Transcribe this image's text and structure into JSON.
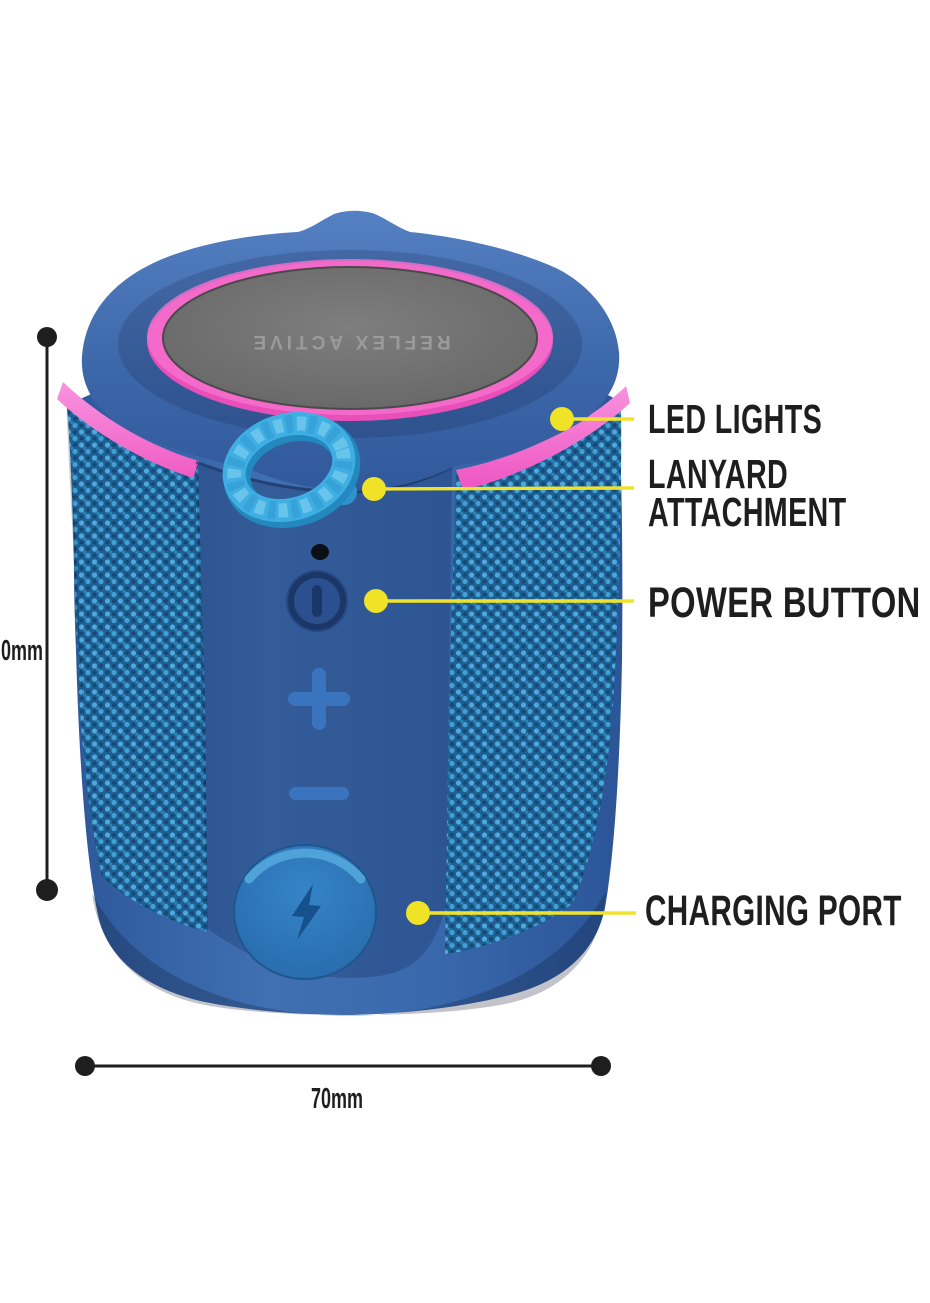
{
  "callouts": {
    "led": {
      "label": "LED LIGHTS"
    },
    "lanyard": {
      "line1": "LANYARD",
      "line2": "ATTACHMENT"
    },
    "power": {
      "label": "POWER BUTTON"
    },
    "charging": {
      "label": "CHARGING PORT"
    }
  },
  "dimensions": {
    "height_label": "0mm",
    "width_label": "70mm"
  },
  "device": {
    "brand": "REFLEX ACTIVE"
  },
  "colors": {
    "accent_yellow": "#F0E32A",
    "led_pink": "#EE58C4",
    "cap_blue": "#4A77B8",
    "body_blue": "#3A68AC",
    "panel_blue": "#2B4F8F",
    "mesh_blue": "#1E6095",
    "mesh_highlight": "#4FA9DA",
    "lanyard_blue": "#3FAEE2",
    "top_plate_gray": "#6E6E6E",
    "dimension_black": "#1E1E1E"
  }
}
